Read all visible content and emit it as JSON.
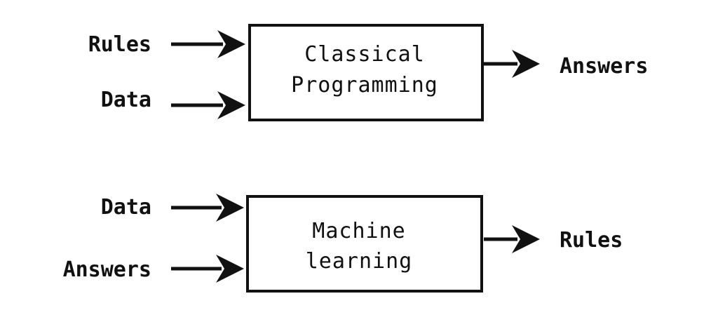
{
  "colors": {
    "ink": "#111111",
    "background": "#ffffff"
  },
  "classical": {
    "input_top": "Rules",
    "input_bottom": "Data",
    "box_line1": "Classical",
    "box_line2": "Programming",
    "output": "Answers"
  },
  "ml": {
    "input_top": "Data",
    "input_bottom": "Answers",
    "box_line1": "Machine",
    "box_line2": "learning",
    "output": "Rules"
  }
}
